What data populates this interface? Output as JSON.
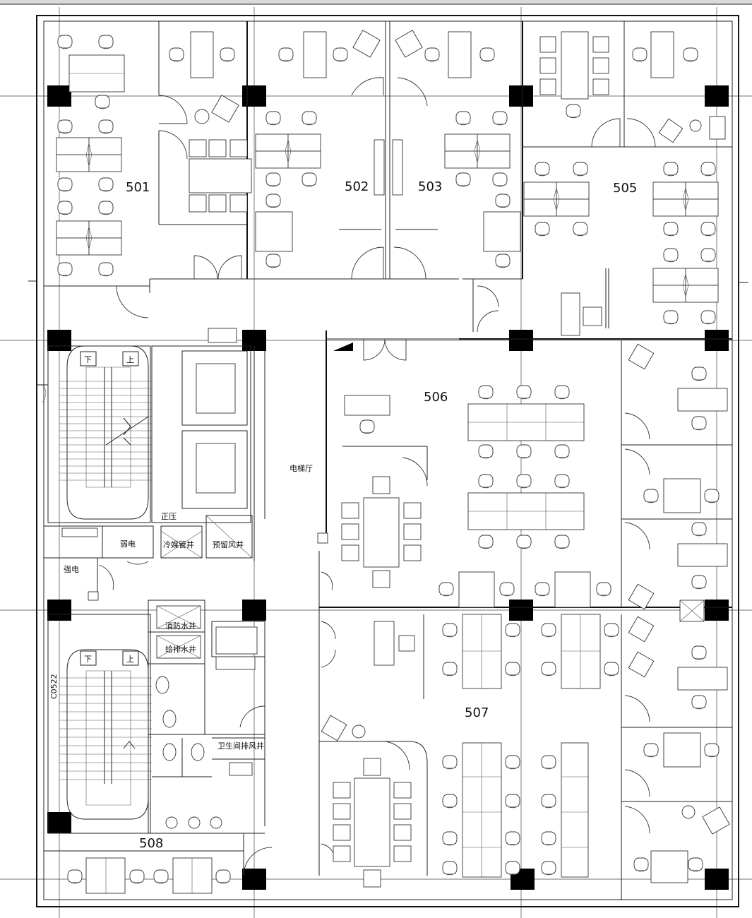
{
  "rooms": {
    "r501": "501",
    "r502": "502",
    "r503": "503",
    "r505": "505",
    "r506": "506",
    "r507": "507",
    "r508": "508"
  },
  "labels": {
    "elevator_hall": "电梯厅",
    "pressure": "正压",
    "weak_current": "弱电",
    "refrigerant_shaft": "冷媒管井",
    "reserved_air_shaft": "预留风井",
    "strong_current": "强电",
    "fire_water_shaft": "消防水井",
    "supply_drain_shaft": "给排水井",
    "toilet_exhaust_shaft": "卫生间排风井",
    "stair_down_1": "下",
    "stair_up_1": "上",
    "stair_down_2": "下",
    "stair_up_2": "上",
    "window_code": "C0522"
  }
}
